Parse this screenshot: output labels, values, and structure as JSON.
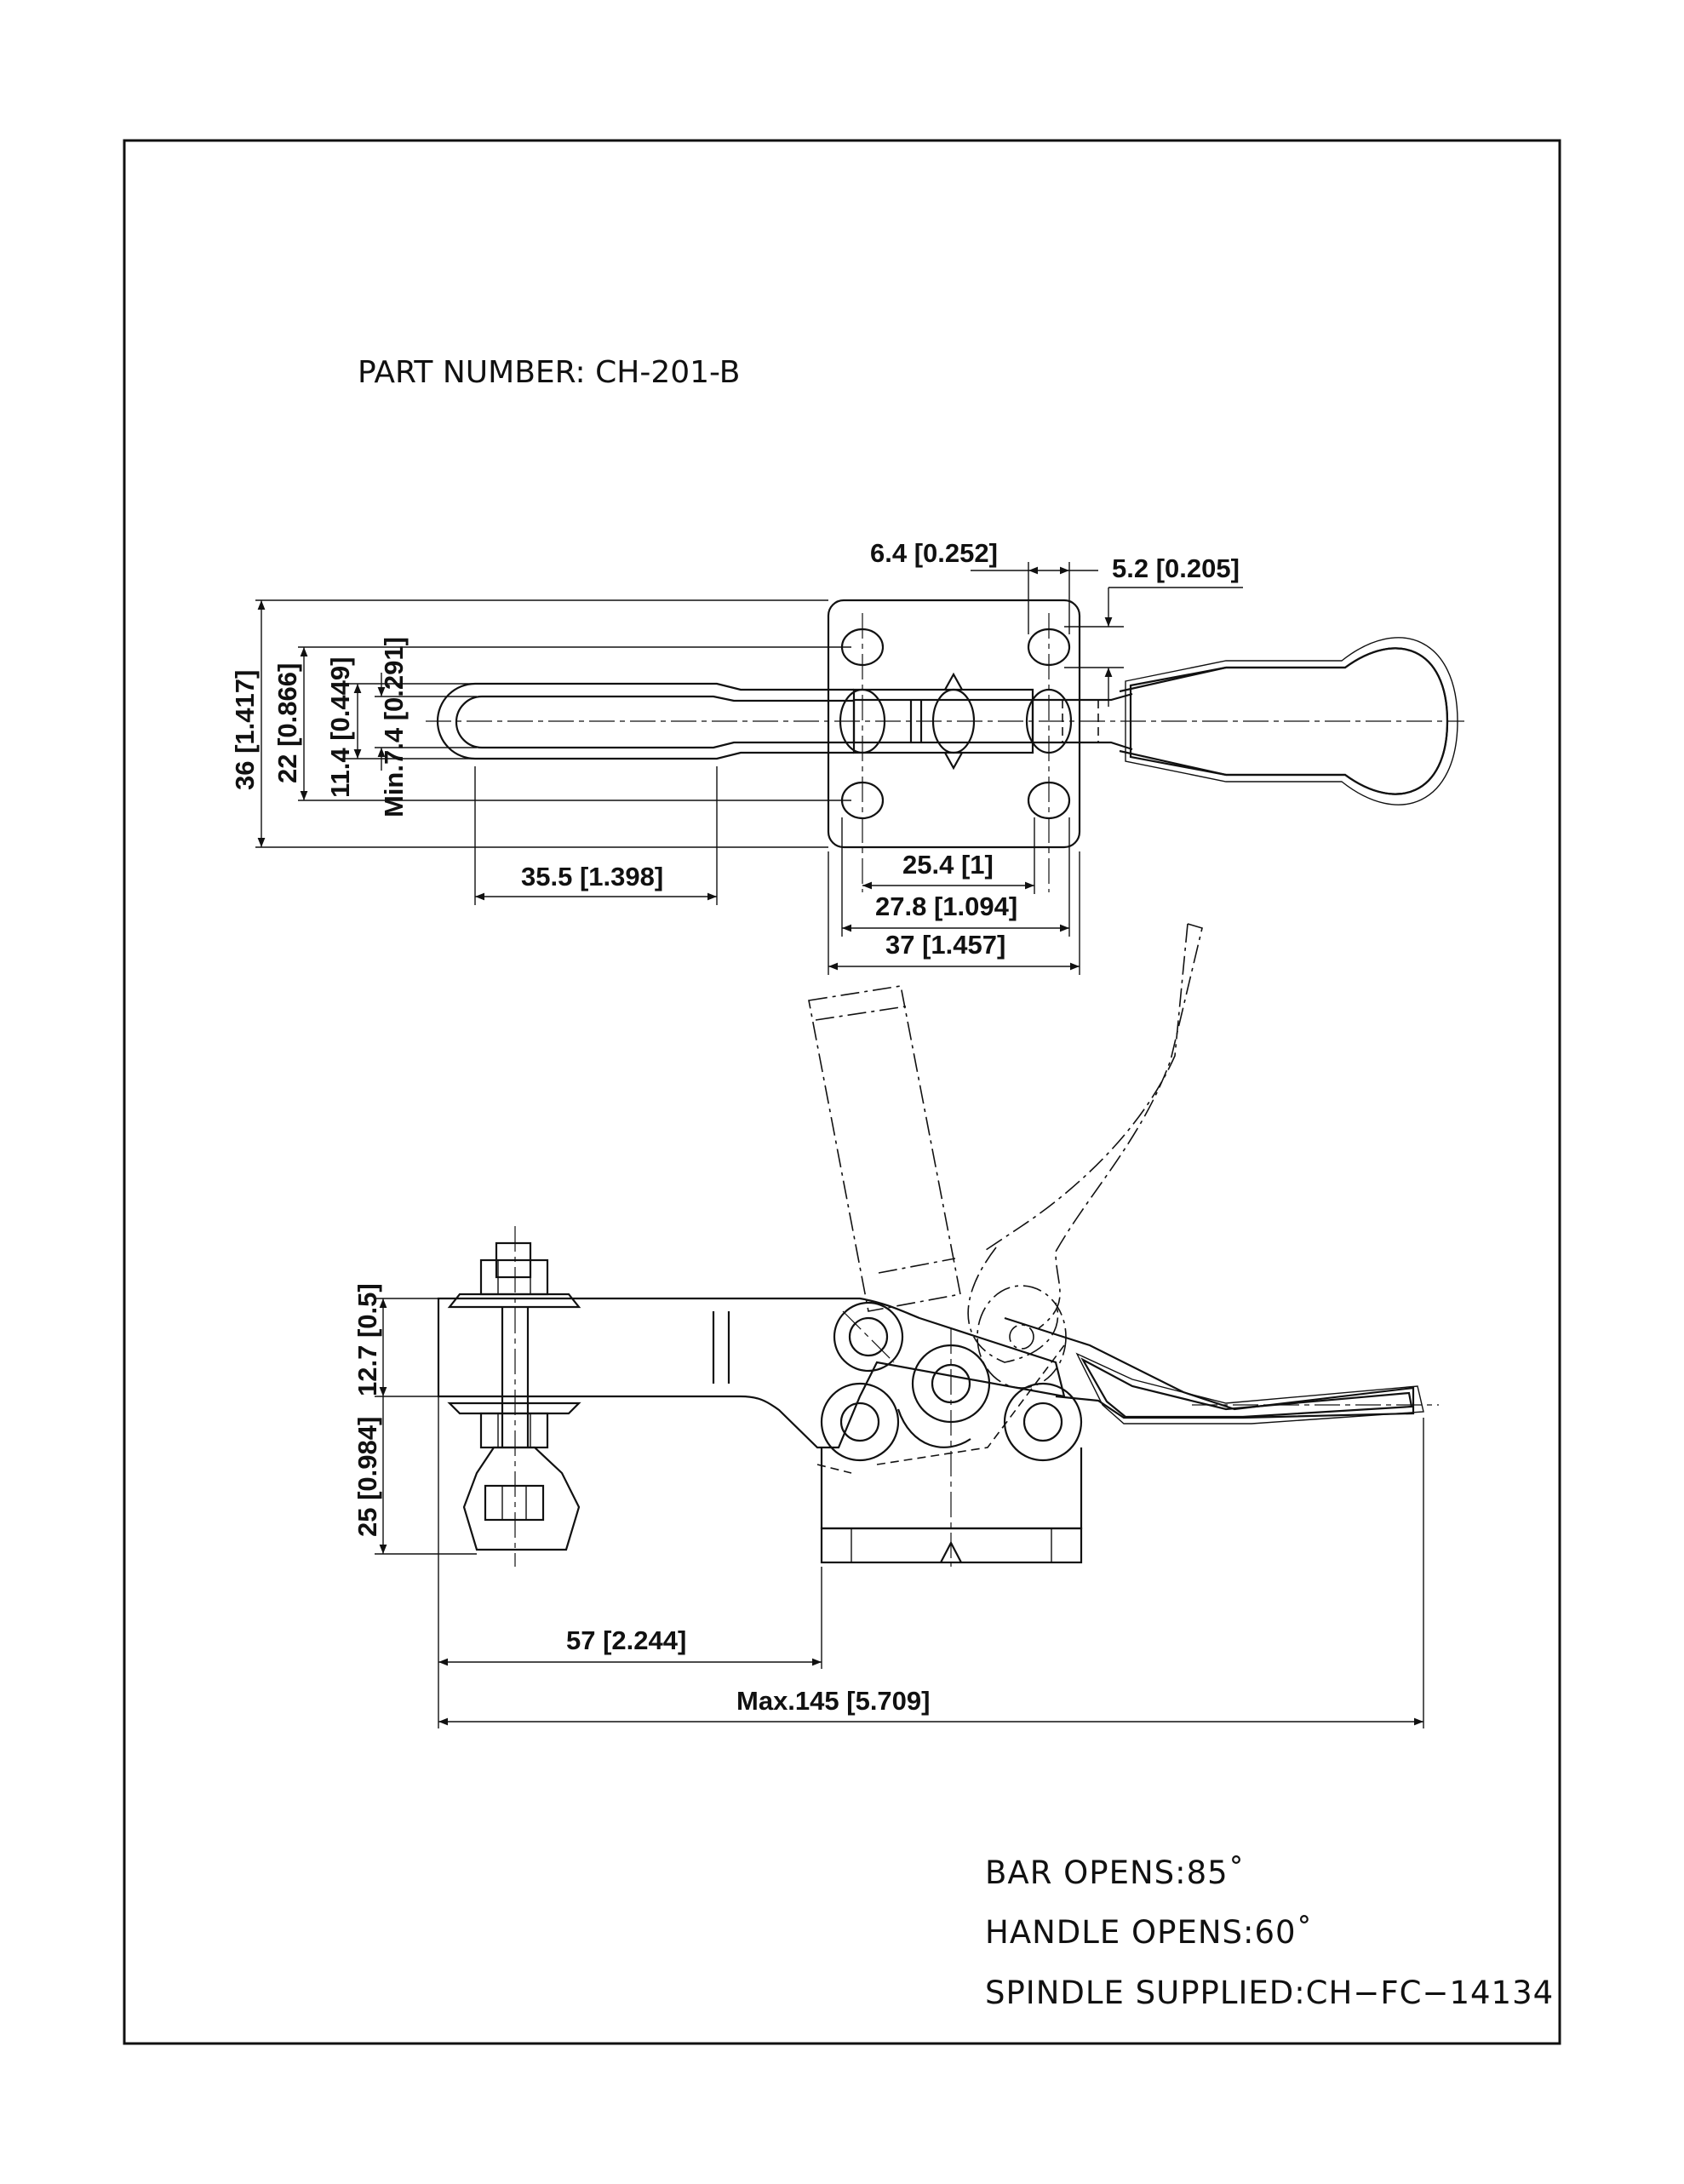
{
  "part_number": "PART NUMBER: CH-201-B",
  "dimensions": {
    "d_6_4": "6.4 [0.252]",
    "d_5_2": "5.2 [0.205]",
    "d_36": "36 [1.417]",
    "d_22": "22 [0.866]",
    "d_11_4": "11.4 [0.449]",
    "d_min_7_4": "Min.7.4 [0.291]",
    "d_35_5": "35.5 [1.398]",
    "d_25_4": "25.4 [1]",
    "d_27_8": "27.8 [1.094]",
    "d_37": "37 [1.457]",
    "d_25": "25 [0.984]",
    "d_12_7": "12.7 [0.5]",
    "d_57": "57 [2.244]",
    "d_max_145": "Max.145 [5.709]"
  },
  "notes": {
    "bar_opens": "BAR  OPENS:85˚",
    "handle_opens": "HANDLE  OPENS:60˚",
    "spindle": "SPINDLE  SUPPLIED:CH−FC−14134"
  }
}
